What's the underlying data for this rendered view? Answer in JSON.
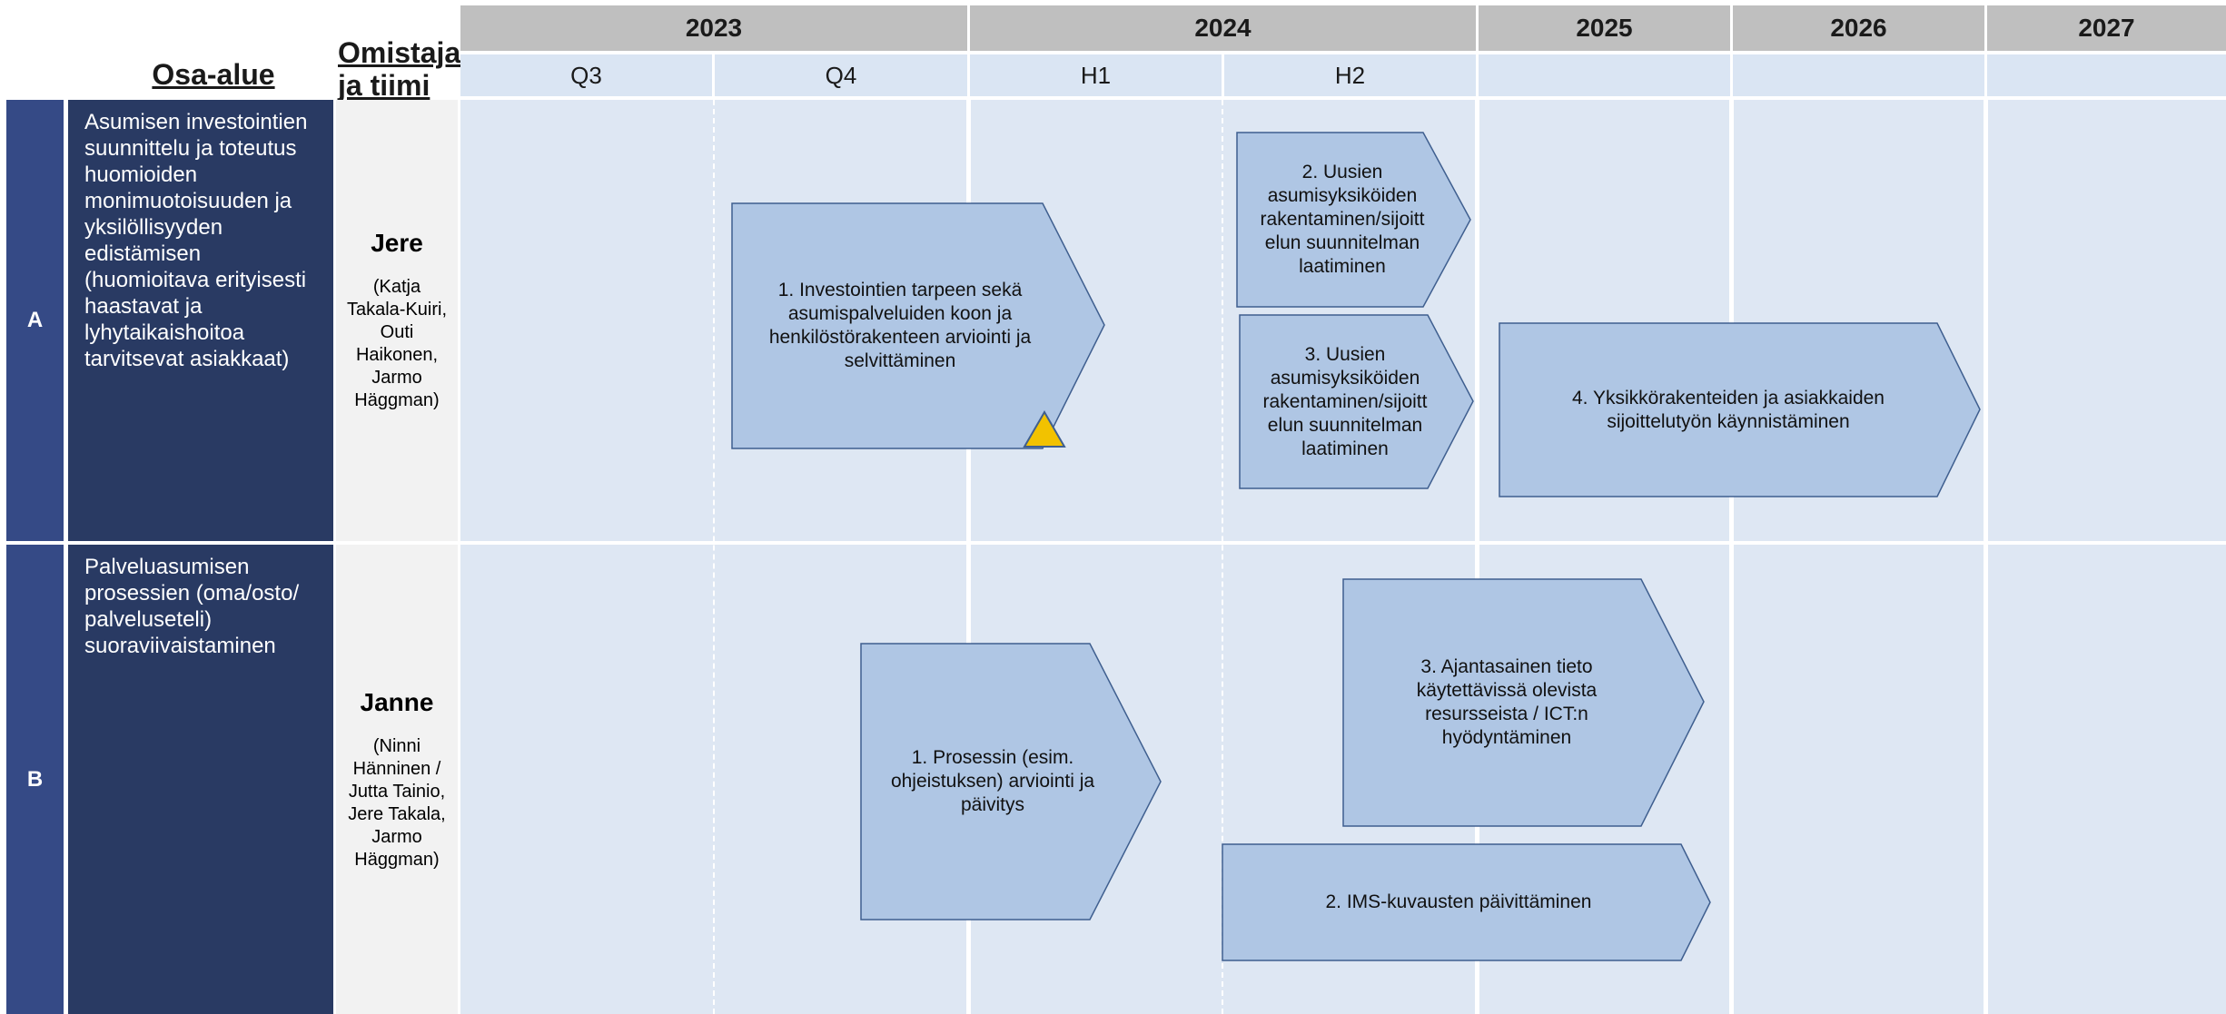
{
  "header": {
    "area_label": "Osa-alue",
    "owner_label": "Omistaja ja tiimi",
    "years": [
      "2023",
      "2024",
      "2025",
      "2026",
      "2027"
    ],
    "periods": [
      "Q3",
      "Q4",
      "H1",
      "H2",
      "",
      "",
      ""
    ]
  },
  "rows": [
    {
      "letter": "A",
      "area": "Asumisen investointien suunnittelu ja toteutus huomioiden monimuotoisuuden ja yksilöllisyyden edistämisen (huomioitava erityisesti haastavat ja lyhytaikaishoitoa tarvitsevat asiakkaat)",
      "owner": "Jere",
      "team": "(Katja Takala-Kuiri, Outi Haikonen, Jarmo Häggman)",
      "tasks": [
        "1. Investointien tarpeen sekä asumispalveluiden koon ja henkilöstörakenteen arviointi ja selvittäminen",
        "2. Uusien asumisyksiköiden rakentaminen/sijoitt elun suunnitelman laatiminen",
        "3. Uusien asumisyksiköiden rakentaminen/sijoitt elun suunnitelman laatiminen",
        "4. Yksikkörakenteiden ja asiakkaiden sijoittelutyön käynnistäminen"
      ]
    },
    {
      "letter": "B",
      "area": "Palveluasumisen prosessien (oma/osto/ palveluseteli) suoraviivaistaminen",
      "owner": "Janne",
      "team": "(Ninni Hänninen / Jutta Tainio, Jere Takala, Jarmo Häggman)",
      "tasks": [
        "1. Prosessin (esim. ohjeistuksen) arviointi ja päivitys",
        "3. Ajantasainen tieto käytettävissä olevista resursseista / ICT:n hyödyntäminen",
        "2. IMS-kuvausten päivittäminen"
      ]
    }
  ],
  "colors": {
    "arrow_fill": "#afc6e4",
    "arrow_stroke": "#3f5f8f",
    "warning_fill": "#f2c200",
    "row_letter_bg": "#354a86",
    "row_area_bg": "#293a63",
    "grid_bg": "#dee7f3"
  },
  "icons": {
    "warning": "warning-triangle-icon"
  }
}
